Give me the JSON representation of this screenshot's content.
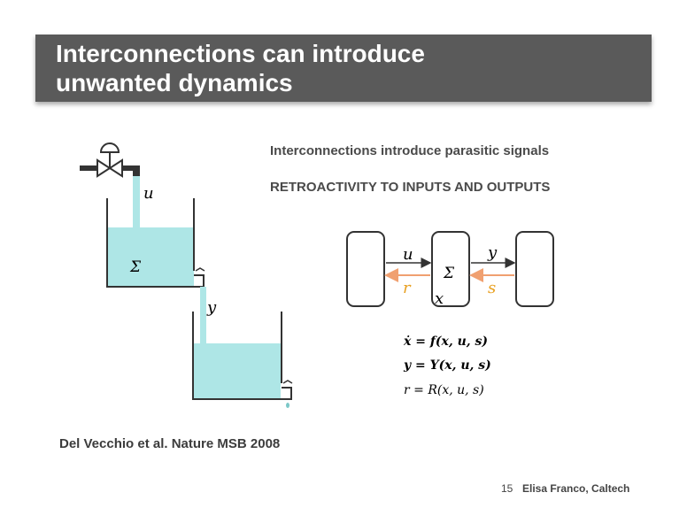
{
  "slide": {
    "title": "Interconnections can introduce\nunwanted dynamics",
    "subtitle1": "Interconnections introduce parasitic signals",
    "subtitle2": "RETROACTIVITY TO INPUTS AND OUTPUTS",
    "citation": "Del Vecchio et al. Nature MSB 2008",
    "page_number": "15",
    "author": "Elisa Franco, Caltech"
  },
  "tanks": {
    "input_label": "u",
    "tank_label": "Σ",
    "output_label": "y"
  },
  "block_diagram": {
    "forward_input": "u",
    "backward_input": "r",
    "center_label": "Σ",
    "state_label": "x",
    "forward_output": "y",
    "backward_output": "s"
  },
  "equations": [
    "ẋ = f(x, u, s)",
    "y = Y(x, u, s)",
    "r = R(x, u, s)"
  ],
  "colors": {
    "title_bg": "#5a5a5a",
    "water": "#aee6e6",
    "retroactivity_arrow": "#f0a070",
    "retroactivity_text": "#e8a020"
  }
}
